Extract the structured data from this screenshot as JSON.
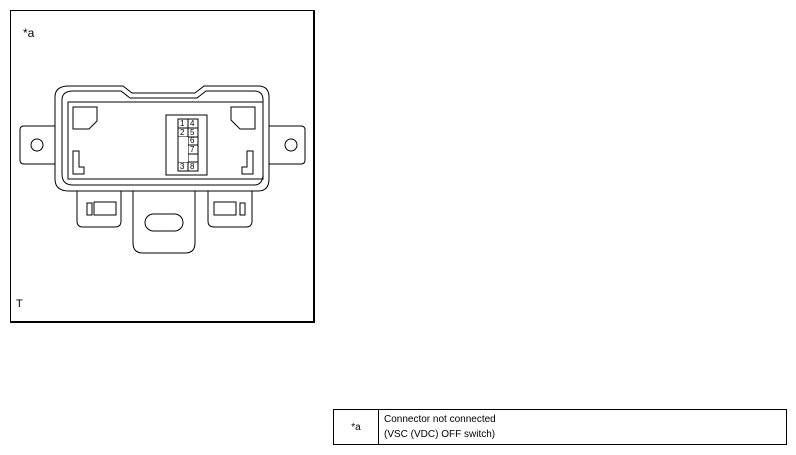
{
  "figure": {
    "callout_label": "*a",
    "corner_label": "T",
    "pin_labels": [
      "1",
      "2",
      "3",
      "4",
      "5",
      "6",
      "7",
      "8"
    ]
  },
  "legend": {
    "rows": [
      {
        "key": "*a",
        "description_line1": "Connector not connected",
        "description_line2": "(VSC (VDC) OFF switch)"
      }
    ]
  }
}
